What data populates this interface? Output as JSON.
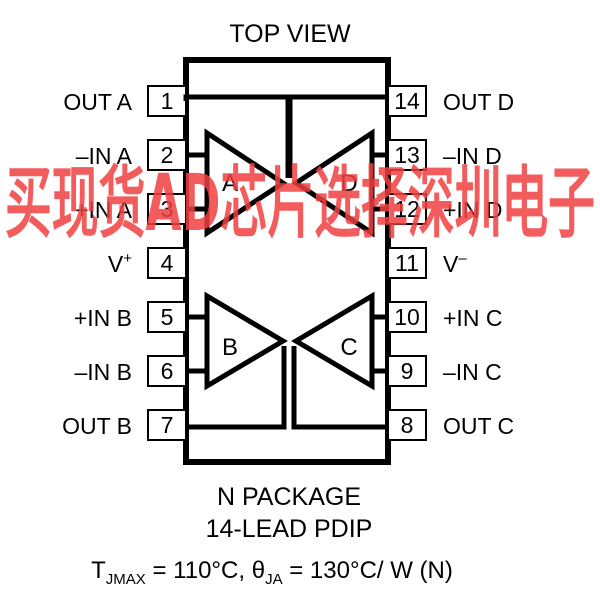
{
  "title": "TOP VIEW",
  "watermark": "买现货AD芯片选择深圳电子",
  "pins_left": [
    {
      "num": "1",
      "label": "OUT A",
      "sup": ""
    },
    {
      "num": "2",
      "label": "–IN A",
      "sup": ""
    },
    {
      "num": "3",
      "label": "+IN A",
      "sup": ""
    },
    {
      "num": "4",
      "label": "V",
      "sup": "+"
    },
    {
      "num": "5",
      "label": "+IN B",
      "sup": ""
    },
    {
      "num": "6",
      "label": "–IN B",
      "sup": ""
    },
    {
      "num": "7",
      "label": "OUT B",
      "sup": ""
    }
  ],
  "pins_right": [
    {
      "num": "14",
      "label": "OUT D",
      "sup": ""
    },
    {
      "num": "13",
      "label": "–IN D",
      "sup": ""
    },
    {
      "num": "12",
      "label": "+IN D",
      "sup": ""
    },
    {
      "num": "11",
      "label": "V",
      "sup": "–"
    },
    {
      "num": "10",
      "label": "+IN C",
      "sup": ""
    },
    {
      "num": "9",
      "label": "–IN C",
      "sup": ""
    },
    {
      "num": "8",
      "label": "OUT C",
      "sup": ""
    }
  ],
  "amplifiers": {
    "a": "A",
    "b": "B",
    "c": "C",
    "d": "D"
  },
  "package_line1": "N PACKAGE",
  "package_line2": "14-LEAD PDIP",
  "thermal": {
    "t_sym": "T",
    "t_sub": "JMAX",
    "t_val": " = 110°C, ",
    "theta_sym": "θ",
    "theta_sub": "JA",
    "theta_val": " = 130°C/ W (N)"
  },
  "colors": {
    "ink": "#000000",
    "watermark": "#f04040"
  }
}
